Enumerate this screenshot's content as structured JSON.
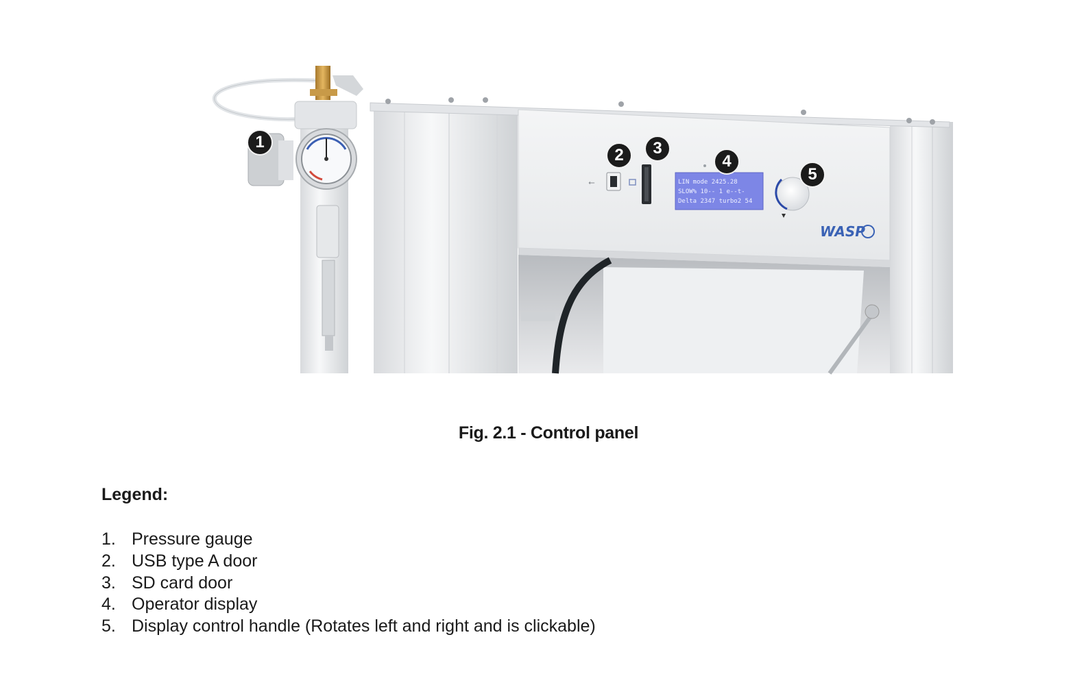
{
  "figure": {
    "callouts": [
      "1",
      "2",
      "3",
      "4",
      "5"
    ],
    "display_lines": [
      "LIN mode    2425.28",
      "SLOW% 10-- 1 e--t-",
      "Delta 2347 turbo2 54"
    ],
    "brand_logo": "WASP",
    "caption": "Fig. 2.1 - Control panel"
  },
  "legend": {
    "title": "Legend:",
    "items": [
      {
        "num": "1.",
        "label": "Pressure gauge"
      },
      {
        "num": "2.",
        "label": "USB type A door"
      },
      {
        "num": "3.",
        "label": "SD card door"
      },
      {
        "num": "4.",
        "label": "Operator display"
      },
      {
        "num": "5.",
        "label": "Display control handle (Rotates left and right and is clickable)"
      }
    ]
  },
  "colors": {
    "page_bg": "#ffffff",
    "callout_bg": "#1b1b1b",
    "display_bg": "#7d86e6",
    "frame": "#eef0f2",
    "text": "#1a1a1a"
  }
}
